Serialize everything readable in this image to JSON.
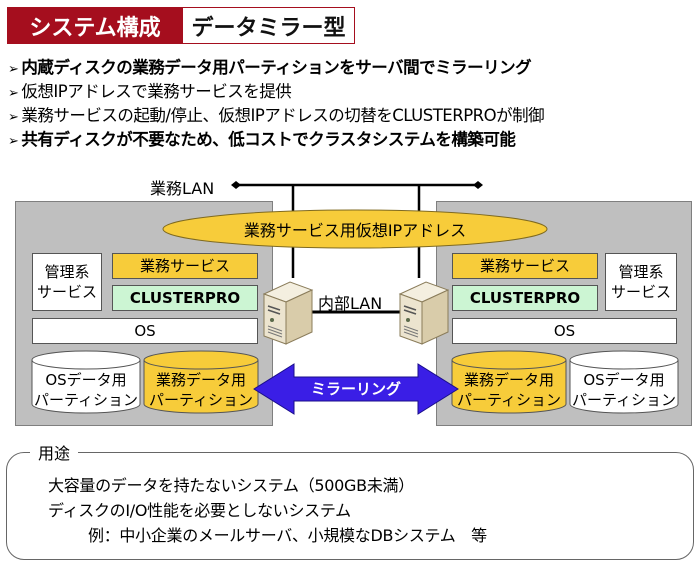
{
  "title": {
    "main": "システム構成",
    "sub": "データミラー型"
  },
  "bullets": [
    {
      "text": "内蔵ディスクの業務データ用パーティションをサーバ間でミラーリング",
      "bold": true
    },
    {
      "text": "仮想IPアドレスで業務サービスを提供",
      "bold": false
    },
    {
      "text": "業務サービスの起動/停止、仮想IPアドレスの切替をCLUSTERPROが制御",
      "bold": false
    },
    {
      "text": "共有ディスクが不要なため、低コストでクラスタシステムを構築可能",
      "bold": true
    }
  ],
  "bullet_marker": "➢",
  "diagram": {
    "business_lan_label": "業務LAN",
    "virtual_ip_label": "業務サービス用仮想IPアドレス",
    "internal_lan_label": "内部LAN",
    "mirroring_label": "ミラーリング",
    "left_node": {
      "mgmt_service": [
        "管理系",
        "サービス"
      ],
      "business_service": "業務サービス",
      "clusterpro": "CLUSTERPRO",
      "os": "OS",
      "os_partition": [
        "OSデータ用",
        "パーティション"
      ],
      "data_partition": [
        "業務データ用",
        "パーティション"
      ]
    },
    "right_node": {
      "mgmt_service": [
        "管理系",
        "サービス"
      ],
      "business_service": "業務サービス",
      "clusterpro": "CLUSTERPRO",
      "os": "OS",
      "os_partition": [
        "OSデータ用",
        "パーティション"
      ],
      "data_partition": [
        "業務データ用",
        "パーティション"
      ]
    },
    "colors": {
      "title_red": "#a50e1e",
      "service_yellow": "#f7cc3a",
      "clusterpro_green": "#ccf5d3",
      "node_gray": "#bfbfbf",
      "arrow_blue": "#3a1ee6"
    },
    "icons": [
      "server-icon-left",
      "server-icon-right"
    ]
  },
  "usage": {
    "title": "用途",
    "lines": [
      "大容量のデータを持たないシステム（500GB未満）",
      "ディスクのI/O性能を必要としないシステム",
      "例：中小企業のメールサーバ、小規模なDBシステム　等"
    ]
  }
}
